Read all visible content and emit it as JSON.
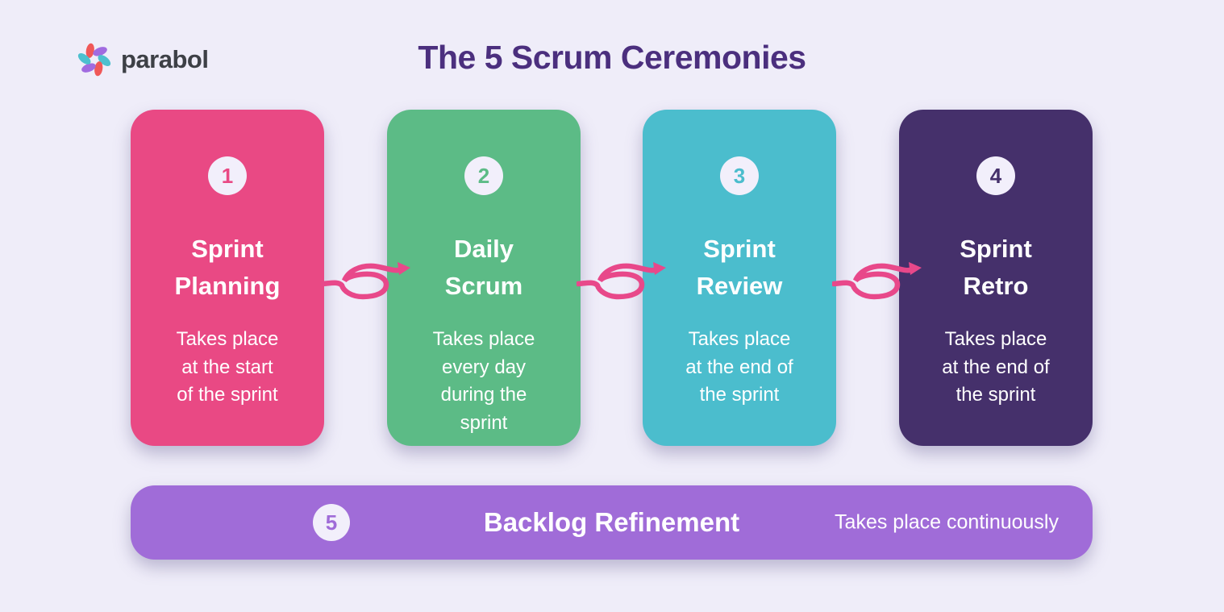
{
  "palette": {
    "background": "#efedf9",
    "title_color": "#4b2f7e",
    "connector_color": "#e8488a",
    "badge_background": "#f2effb",
    "card_text_color": "#ffffff",
    "logo_text_color": "#3d4046",
    "logo_mark_colors": [
      "#f05858",
      "#a16be0",
      "#4dc0cf"
    ]
  },
  "header": {
    "logo_text": "parabol",
    "title": "The 5 Scrum Ceremonies"
  },
  "ceremonies": [
    {
      "number": "1",
      "title": "Sprint\nPlanning",
      "description": "Takes place\nat the start\nof the sprint",
      "color": "#e94984"
    },
    {
      "number": "2",
      "title": "Daily\nScrum",
      "description": "Takes place\nevery day\nduring the\nsprint",
      "color": "#5cbb86"
    },
    {
      "number": "3",
      "title": "Sprint\nReview",
      "description": "Takes place\nat the end of\nthe sprint",
      "color": "#4bbdcd"
    },
    {
      "number": "4",
      "title": "Sprint\nRetro",
      "description": "Takes place\nat the end of\nthe sprint",
      "color": "#45306b"
    }
  ],
  "banner": {
    "number": "5",
    "title": "Backlog Refinement",
    "description": "Takes place continuously",
    "color": "#a06cd8"
  }
}
